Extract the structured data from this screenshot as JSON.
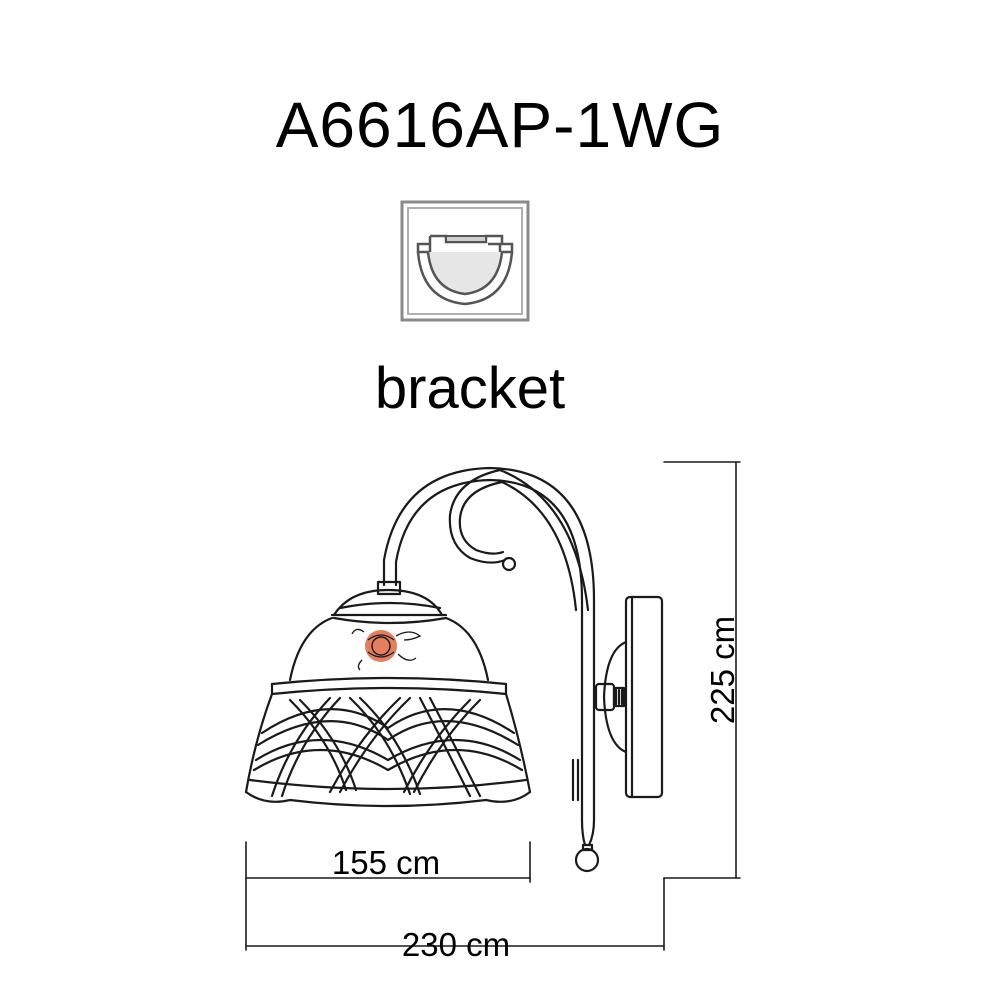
{
  "model_code": "A6616AP-1WG",
  "mount_type": {
    "label": "bracket",
    "icon": "bracket-mount-icon"
  },
  "dimensions": {
    "height_label": "225 cm",
    "shade_width_label": "155 cm",
    "total_width_label": "230 cm"
  },
  "colors": {
    "line": "#1a1a1a",
    "icon_border": "#8a8a8a",
    "icon_fill": "#e6e6e6",
    "flower": "#d9532b"
  }
}
